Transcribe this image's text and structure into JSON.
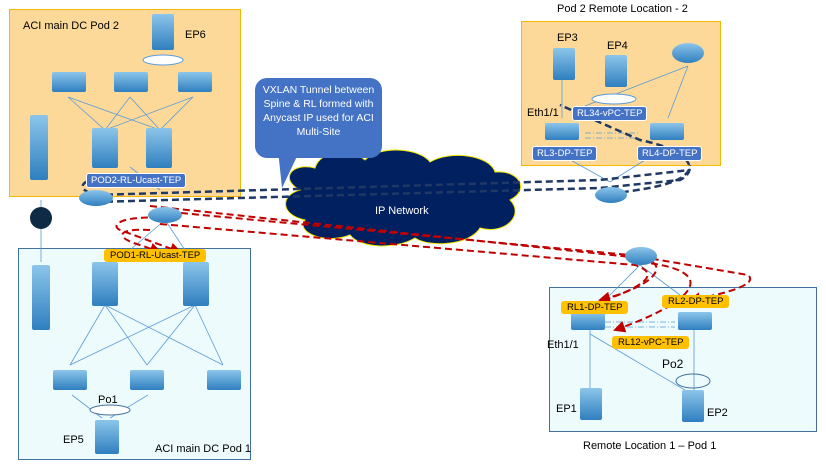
{
  "pods": {
    "pod2": {
      "title": "ACI main DC Pod 2",
      "endpoint": "EP6",
      "tep": "POD2-RL-Ucast-TEP"
    },
    "pod1": {
      "title": "ACI main DC Pod 1",
      "endpoint": "EP5",
      "tep": "POD1-RL-Ucast-TEP",
      "port_channel": "Po1"
    },
    "remote2": {
      "title": "Pod 2 Remote Location - 2",
      "endpoints": [
        "EP3",
        "EP4"
      ],
      "interface": "Eth1/1",
      "vpc_tep": "RL34-vPC-TEP",
      "dp_teps": [
        "RL3-DP-TEP",
        "RL4-DP-TEP"
      ]
    },
    "remote1": {
      "title": "Remote Location 1 – Pod 1",
      "endpoints": [
        "EP1",
        "EP2"
      ],
      "interface": "Eth1/1",
      "vpc_tep": "RL12-vPC-TEP",
      "dp_teps": [
        "RL1-DP-TEP",
        "RL2-DP-TEP"
      ],
      "port_channel": "Po2"
    }
  },
  "callout": {
    "text": "VXLAN Tunnel between Spine  & RL formed with Anycast IP used for ACI Multi-Site"
  },
  "network": {
    "label": "IP Network"
  },
  "colors": {
    "pod_orange": "#fdd999",
    "pod_blue": "#eefbfc",
    "tunnel_navy": "#1f3864",
    "tunnel_red": "#c00000",
    "tep_blue": "#4472c4",
    "tep_yellow": "#ffc000",
    "cloud": "#002060"
  }
}
